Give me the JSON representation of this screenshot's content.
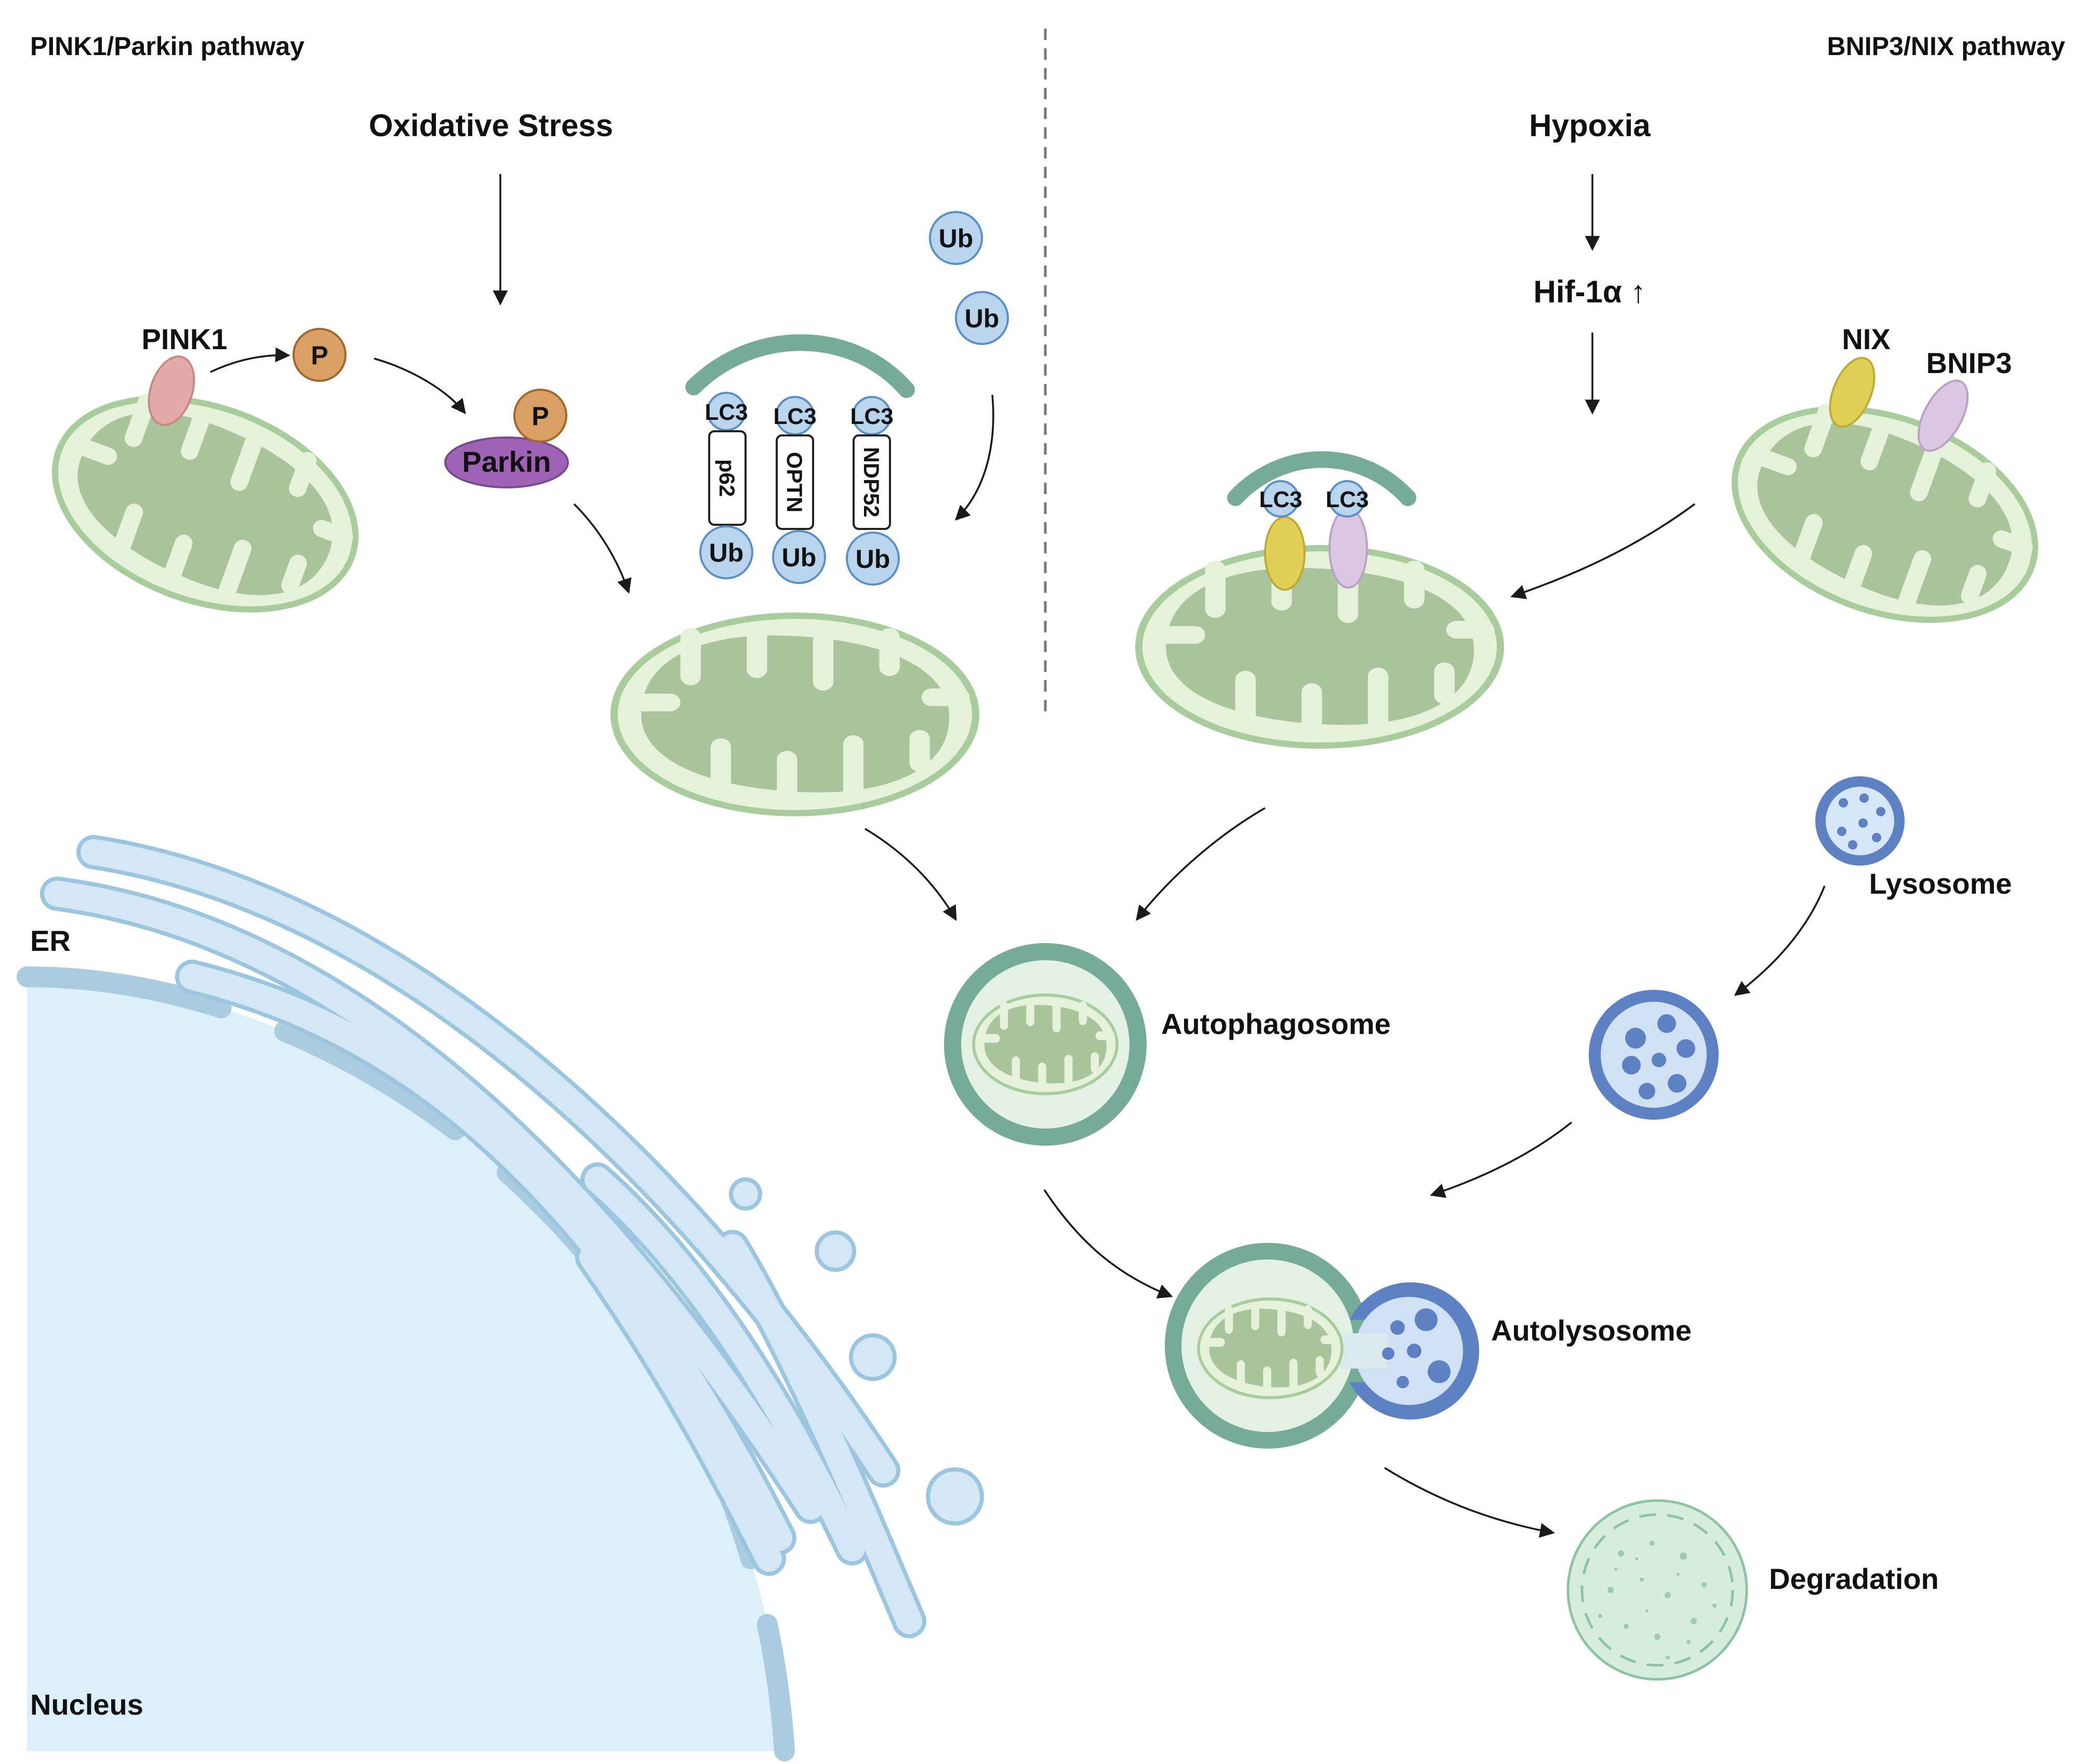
{
  "headers": {
    "left": "PINK1/Parkin pathway",
    "right": "BNIP3/NIX pathway"
  },
  "stimuli": {
    "oxidative": "Oxidative Stress",
    "hypoxia": "Hypoxia",
    "hif": "Hif-1α ↑"
  },
  "labels": {
    "pink1": "PINK1",
    "p": "P",
    "parkin": "Parkin",
    "ub": "Ub",
    "lc3": "LC3",
    "p62": "p62",
    "optn": "OPTN",
    "ndp52": "NDP52",
    "nix": "NIX",
    "bnip3": "BNIP3",
    "er": "ER",
    "nucleus": "Nucleus",
    "autophagosome": "Autophagosome",
    "lysosome": "Lysosome",
    "autolysosome": "Autolysosome",
    "degradation": "Degradation"
  },
  "colors": {
    "mito_outer": "#e5f1d8",
    "mito_inner": "#a9c49a",
    "ub": "#b9d5ee",
    "phosphate": "#d9a066",
    "parkin": "#9e63b4",
    "pink1": "#e2aaa6",
    "nix": "#e2cf55",
    "bnip3": "#dcc6e3",
    "phagophore": "#76ab98",
    "lysosome": "#5d81c3",
    "nucleus": "#dbf0fa",
    "er": "#d3e8f4",
    "degradation": "#d6ecdd"
  }
}
